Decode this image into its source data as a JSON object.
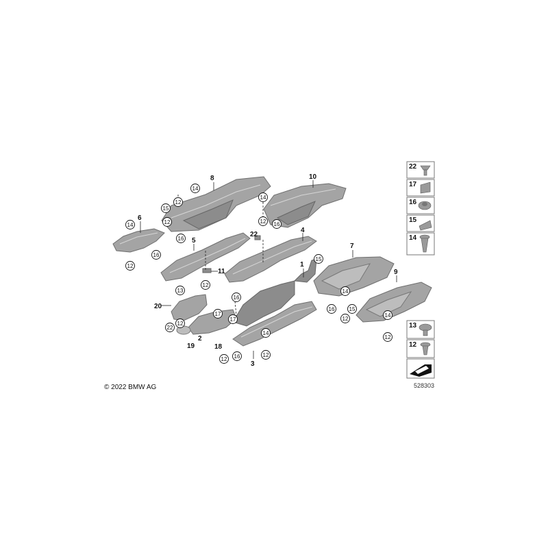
{
  "copyright": "© 2022 BMW AG",
  "diagram_id": "528303",
  "part_labels": {
    "p1": "1",
    "p2": "2",
    "p3": "3",
    "p4": "4",
    "p5": "5",
    "p6": "6",
    "p7": "7",
    "p8": "8",
    "p9": "9",
    "p10": "10",
    "p11": "11",
    "p18": "18",
    "p19": "19",
    "p20": "20",
    "p22": "22"
  },
  "callouts": {
    "c12": "12",
    "c13": "13",
    "c14": "14",
    "c15": "15",
    "c16": "16",
    "c17": "17"
  },
  "legend": [
    "22",
    "17",
    "16",
    "15",
    "14",
    "13",
    "12"
  ]
}
